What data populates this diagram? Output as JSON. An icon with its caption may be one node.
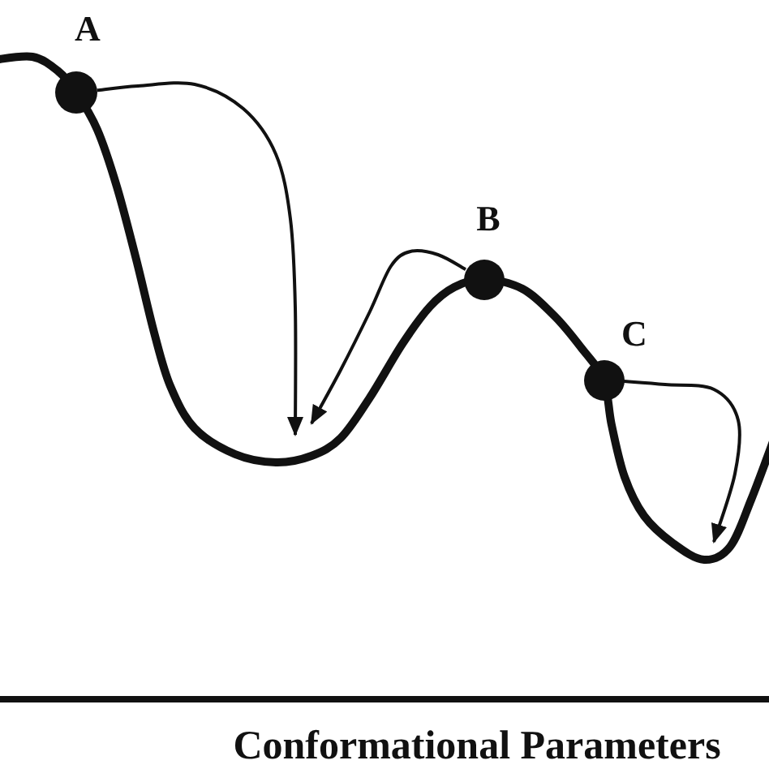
{
  "diagram": {
    "nodes": [
      {
        "text": [],
        "shape": "circle",
        "beside": [
          "A"
        ]
      },
      {
        "text": [],
        "shape": "circle",
        "beside": [
          "B"
        ]
      },
      {
        "text": [],
        "shape": "circle",
        "beside": [
          "C"
        ]
      }
    ],
    "edges": [
      {
        "from": 0,
        "to": null,
        "arrow": "to"
      },
      {
        "from": 1,
        "to": null,
        "arrow": "to"
      },
      {
        "from": 2,
        "to": null,
        "arrow": "to"
      }
    ],
    "labels": [
      "Conformational Parameters"
    ]
  }
}
